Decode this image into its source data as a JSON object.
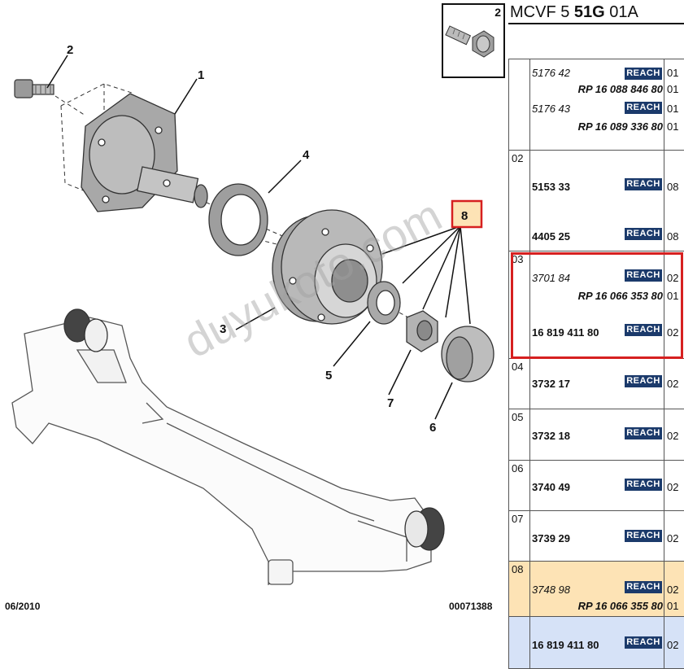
{
  "header": {
    "title_prefix": "MCVF 5 ",
    "title_bold": "51G",
    "title_suffix": " 01A"
  },
  "thumbnail": {
    "number": "2"
  },
  "diagram": {
    "callouts": [
      "1",
      "2",
      "3",
      "4",
      "5",
      "6",
      "7",
      "8"
    ],
    "date": "06/2010",
    "reference": "00071388",
    "watermark": "duyukoto.com"
  },
  "badge_label": "REACH",
  "groups": [
    {
      "number": "",
      "rows": [
        {
          "part": "5176 42",
          "style": "italic",
          "reach": true,
          "qty": "01"
        },
        {
          "rp": "RP 16 088 846 80",
          "qty": "01"
        },
        {
          "part": "5176 43",
          "style": "italic",
          "reach": true,
          "qty": "01"
        },
        {
          "rp": "RP 16 089 336 80",
          "qty": "01"
        }
      ]
    },
    {
      "number": "02",
      "rows": [
        {
          "part": "5153 33",
          "style": "bold",
          "reach": true,
          "qty": "08"
        },
        {
          "part": "4405 25",
          "style": "bold",
          "reach": true,
          "qty": "08"
        }
      ]
    },
    {
      "number": "03",
      "rows": [
        {
          "part": "3701 84",
          "style": "italic",
          "reach": true,
          "qty": "02"
        },
        {
          "rp": "RP 16 066 353 80",
          "qty": "01"
        },
        {
          "part": "16 819 411 80",
          "style": "bold",
          "reach": true,
          "qty": "02"
        }
      ]
    },
    {
      "number": "04",
      "rows": [
        {
          "part": "3732 17",
          "style": "bold",
          "reach": true,
          "qty": "02"
        }
      ]
    },
    {
      "number": "05",
      "rows": [
        {
          "part": "3732 18",
          "style": "bold",
          "reach": true,
          "qty": "02"
        }
      ]
    },
    {
      "number": "06",
      "rows": [
        {
          "part": "3740 49",
          "style": "bold",
          "reach": true,
          "qty": "02"
        }
      ]
    },
    {
      "number": "07",
      "rows": [
        {
          "part": "3739 29",
          "style": "bold",
          "reach": true,
          "qty": "02"
        }
      ]
    },
    {
      "number": "08",
      "rows": [
        {
          "part": "3748 98",
          "style": "italic",
          "reach": true,
          "qty": "02"
        },
        {
          "rp": "RP 16 066 355 80",
          "qty": "01"
        }
      ]
    },
    {
      "number": "",
      "rows": [
        {
          "part": "16 819 411 80",
          "style": "bold",
          "reach": true,
          "qty": "02"
        }
      ]
    }
  ],
  "colors": {
    "highlight_border": "#d62020",
    "reach_badge": "#1b3a6b",
    "group8_bg": "#fde3b5",
    "last_group_bg": "#d6e2f7",
    "callout8_bg": "#fde3b5"
  }
}
